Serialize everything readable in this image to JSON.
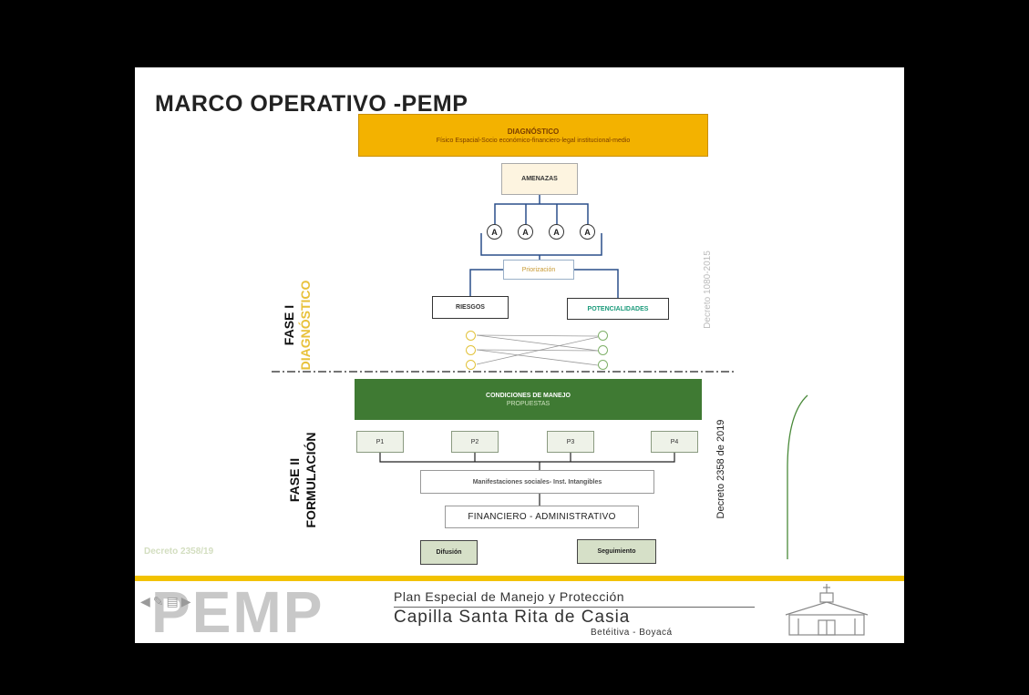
{
  "slide": {
    "title": "MARCO OPERATIVO -PEMP",
    "diagnostico": {
      "title": "DIAGNÓSTICO",
      "subtitle": "Físico Espacial-Socio económico-financiero-legal institucional-medio"
    },
    "amenazas": "AMENAZAS",
    "amenaza_nodes": [
      "A",
      "A",
      "A",
      "A"
    ],
    "priorizacion": "Priorización",
    "riesgos": "RIESGOS",
    "potencialidades": "POTENCIALIDADES",
    "fase1": {
      "line1": "FASE I",
      "line2": "DIAGNÓSTICO"
    },
    "fase2": {
      "line1": "FASE II",
      "line2": "FORMULACIÓN"
    },
    "decreto_1": "Decreto 1080-2015",
    "decreto_2": "Decreto 2358 de 2019",
    "decreto_3": "Decreto 2358/19",
    "condiciones": {
      "title": "CONDICIONES DE MANEJO",
      "subtitle": "PROPUESTAS"
    },
    "propuestas": [
      "P1",
      "P2",
      "P3",
      "P4"
    ],
    "manifestaciones": "Manifestaciones sociales- Inst. Intangibles",
    "financiero": "FINANCIERO - ADMINISTRATIVO",
    "difusion": "Difusión",
    "seguimiento": "Seguimiento"
  },
  "footer": {
    "logo_text": "PEMP",
    "line1": "Plan Especial de Manejo y Protección",
    "line2": "Capilla Santa Rita de Casia",
    "line3": "Betéitiva - Boyacá"
  },
  "nav_icons": [
    "arrow-left-icon",
    "pen-icon",
    "menu-icon",
    "arrow-right-icon"
  ],
  "colors": {
    "diagnostico_bg": "#f3b200",
    "condiciones_bg": "#3f7a33",
    "gold_line": "#f2c200",
    "propuesta_bg": "#d6e0c8"
  }
}
